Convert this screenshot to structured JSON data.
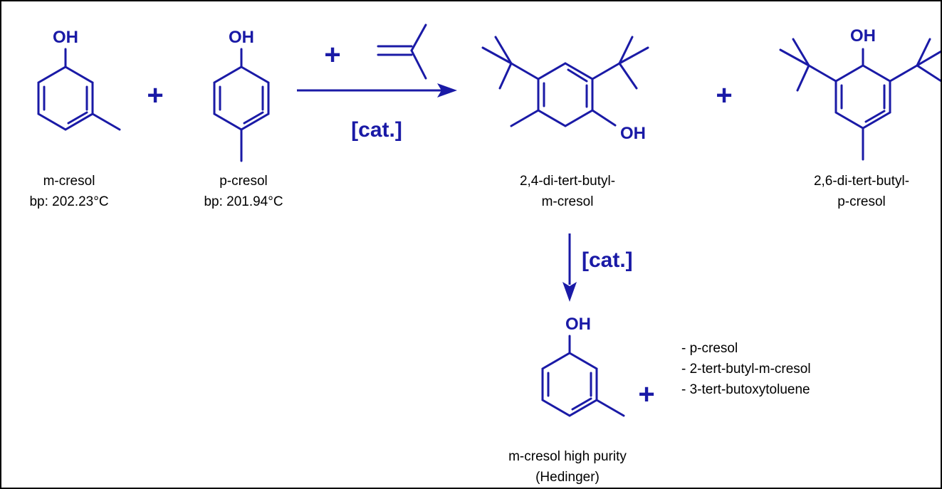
{
  "colors": {
    "structure": "#1a1aa6",
    "text": "#000000",
    "border": "#000000"
  },
  "atoms": {
    "hydroxyl": "OH"
  },
  "symbols": {
    "plus": "+"
  },
  "catalyst": "[cat.]",
  "reactants": {
    "m_cresol": {
      "name": "m-cresol",
      "bp": "bp: 202.23°C"
    },
    "p_cresol": {
      "name": "p-cresol",
      "bp": "bp: 201.94°C"
    }
  },
  "products": {
    "dtb_m_cresol": {
      "line1": "2,4-di-tert-butyl-",
      "line2": "m-cresol"
    },
    "dtb_p_cresol": {
      "line1": "2,6-di-tert-butyl-",
      "line2": "p-cresol"
    }
  },
  "final": {
    "line1": "m-cresol high purity",
    "line2": "(Hedinger)"
  },
  "byproducts": [
    "-  p-cresol",
    "- 2-tert-butyl-m-cresol",
    "- 3-tert-butoxytoluene"
  ]
}
